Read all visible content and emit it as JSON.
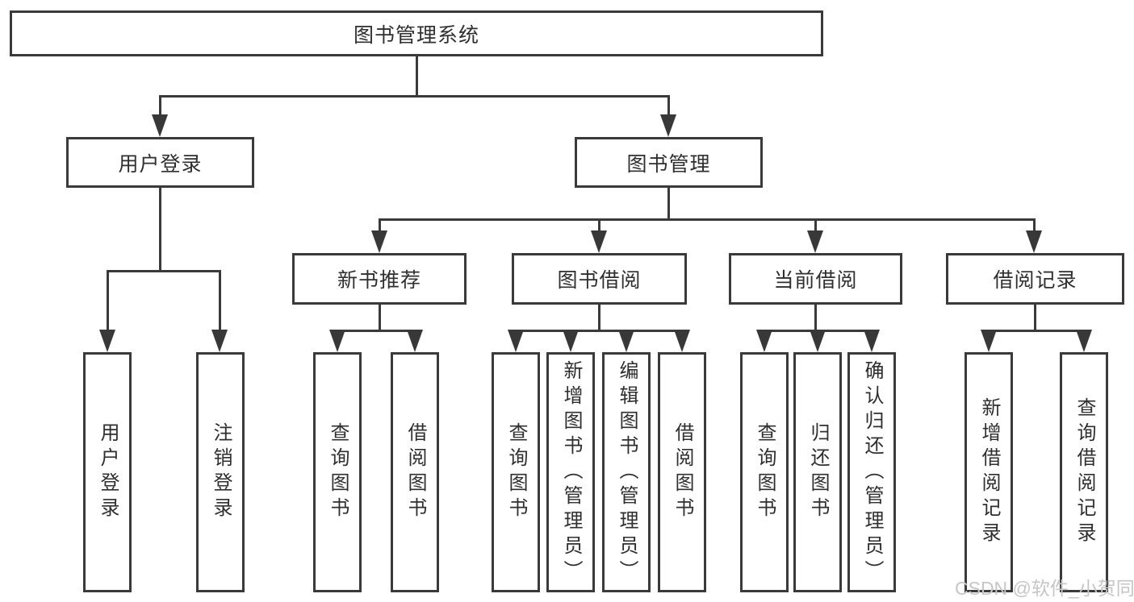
{
  "diagram": {
    "title": "图书管理系统",
    "watermark": "CSDN @软件_小贺同学",
    "colors": {
      "line": "#3a3a3a",
      "box_border": "#3a3a3a",
      "text": "#2f2f2f",
      "watermark": "#c6c6c6",
      "background": "#ffffff"
    },
    "nodes": {
      "root": {
        "label": "图书管理系统"
      },
      "level2": [
        {
          "label": "用户登录"
        },
        {
          "label": "图书管理"
        }
      ],
      "level3": [
        {
          "label": "新书推荐"
        },
        {
          "label": "图书借阅"
        },
        {
          "label": "当前借阅"
        },
        {
          "label": "借阅记录"
        }
      ],
      "leaves": {
        "user_login": [
          "用户登录",
          "注销登录"
        ],
        "new_book": [
          "查询图书",
          "借阅图书"
        ],
        "book_borrow": [
          "查询图书",
          "新增图书（管理员）",
          "编辑图书（管理员）",
          "借阅图书"
        ],
        "current_borrow": [
          "查询图书",
          "归还图书",
          "确认归还（管理员）"
        ],
        "borrow_records": [
          "新增借阅记录",
          "查询借阅记录"
        ]
      }
    }
  }
}
